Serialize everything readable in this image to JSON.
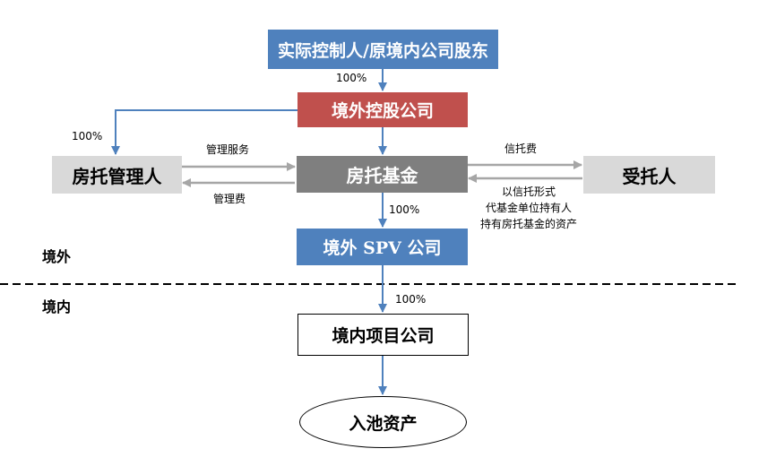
{
  "nodes": {
    "controller": "实际控制人/原境内公司股东",
    "offshore_holding": "境外控股公司",
    "reit_manager": "房托管理人",
    "reit_fund": "房托基金",
    "trustee": "受托人",
    "offshore_spv": "境外 SPV 公司",
    "onshore_project": "境内项目公司",
    "pool_assets": "入池资产"
  },
  "zones": {
    "offshore": "境外",
    "onshore": "境内"
  },
  "edge_labels": {
    "controller_to_holding": "100%",
    "holding_to_manager": "100%",
    "management_service": "管理服务",
    "management_fee": "管理费",
    "trust_fee": "信托费",
    "fund_to_spv": "100%",
    "spv_to_project": "100%"
  },
  "trustee_note": {
    "line1": "以信托形式",
    "line2": "代基金单位持有人",
    "line3": "持有房托基金的资产"
  },
  "colors": {
    "blue": "#4f81bd",
    "red": "#c0504d",
    "dark_gray": "#7f7f7f",
    "light_gray": "#d9d9d9",
    "arrow_gray": "#a6a6a6"
  }
}
